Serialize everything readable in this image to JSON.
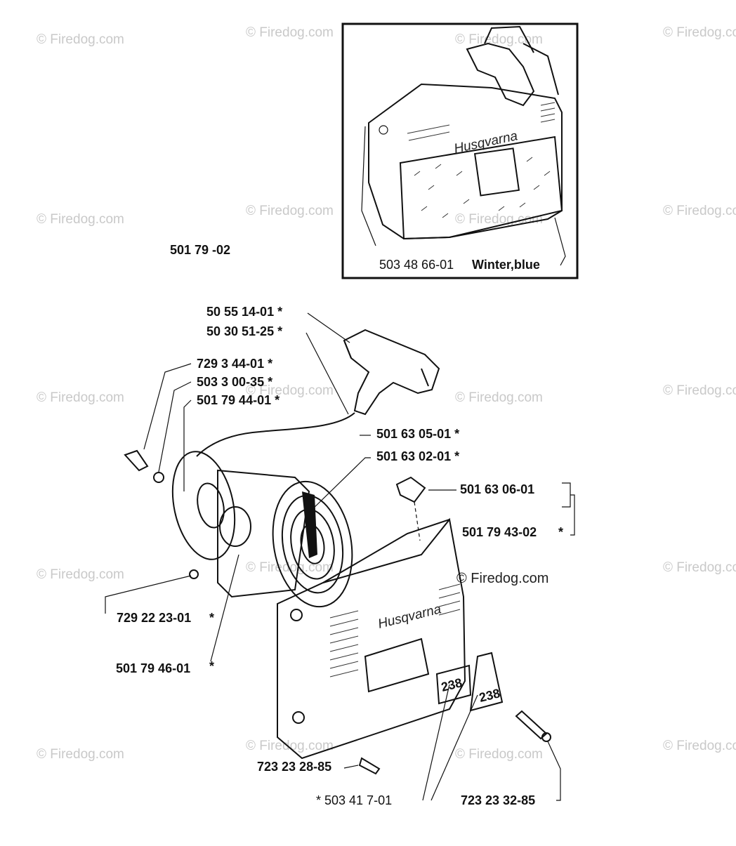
{
  "watermark": "© Firedog.com",
  "inset": {
    "brand": "Husqvarna",
    "part_number": "503 48 66-01",
    "part_note": "Winter,blue"
  },
  "parts": {
    "p_501_79_02": "501 79   -02",
    "p_501_55_14": "50   55 14-01  *",
    "p_501_30_51": "50    30 51-25  *",
    "p_729_23_44": "729   3 44-01  *",
    "p_503_23_00": "503   3 00-35  *",
    "p_501_79_44": "501   79 44-01  *",
    "p_501_63_05": "501 63 05-01  *",
    "p_501_63_02": "501 63 02-01  *",
    "p_501_63_06": "501 63 06-01",
    "p_501_79_43": "501 79 43-02",
    "p_729_22_23": "729 22 23-01",
    "p_501_79_46": "501 79 46-01",
    "p_723_23_28": "723 23 28-85",
    "p_503_41_07": "*  503 41   7-01",
    "p_723_23_32": "723 23 32-85"
  },
  "model_plates": [
    "238",
    "238"
  ]
}
